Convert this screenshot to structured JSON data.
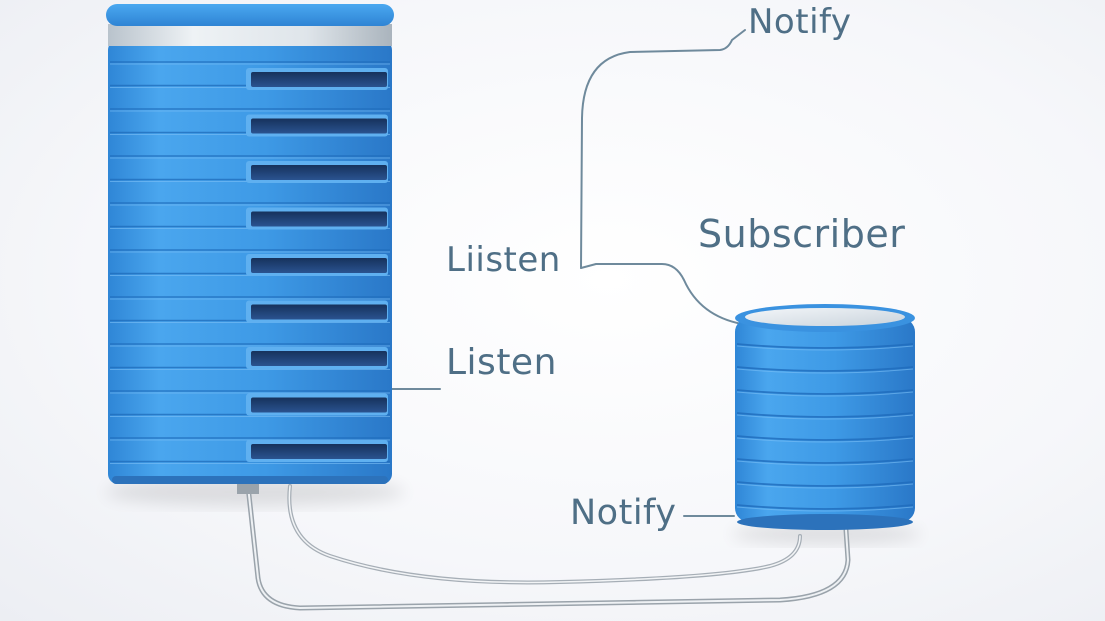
{
  "labels": {
    "notify_top": "Notify",
    "subscriber": "Subscriber",
    "liisten": "Liisten",
    "listen": "Listen",
    "notify_bottom": "Notify"
  },
  "colors": {
    "disk_blue": "#3d9ae6",
    "disk_blue_dark": "#2474c4",
    "slot_dark": "#1d3f72",
    "line_gray": "#6f8a9c",
    "text": "#4f6f86"
  }
}
